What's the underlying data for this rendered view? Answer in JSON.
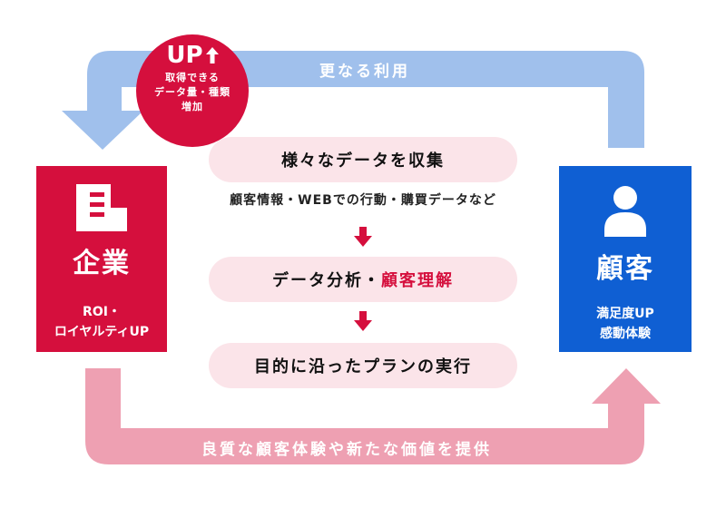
{
  "colors": {
    "company_red": "#d50f3d",
    "customer_blue": "#0f5fd3",
    "loop_blue": "#a0c0ec",
    "loop_pink": "#eea0b2",
    "pill_bg": "#fbe4e9"
  },
  "top_loop": {
    "label": "更なる利用"
  },
  "bottom_loop": {
    "label": "良質な顧客体験や新たな価値を提供"
  },
  "badge": {
    "title": "UP",
    "icon": "arrow-up-icon",
    "lines": [
      "取得できる",
      "データ量・種類",
      "増加"
    ]
  },
  "company": {
    "icon": "building-icon",
    "title": "企業",
    "sub_lines": [
      "ROI・",
      "ロイヤルティUP"
    ]
  },
  "customer": {
    "icon": "person-icon",
    "title": "顧客",
    "sub_lines": [
      "満足度UP",
      "感動体験"
    ]
  },
  "steps": [
    {
      "label": "様々なデータを収集"
    },
    {
      "label_plain": "データ分析・",
      "label_highlight": "顧客理解"
    },
    {
      "label": "目的に沿ったプランの実行"
    }
  ],
  "step_note": "顧客情報・WEBでの行動・購買データなど"
}
